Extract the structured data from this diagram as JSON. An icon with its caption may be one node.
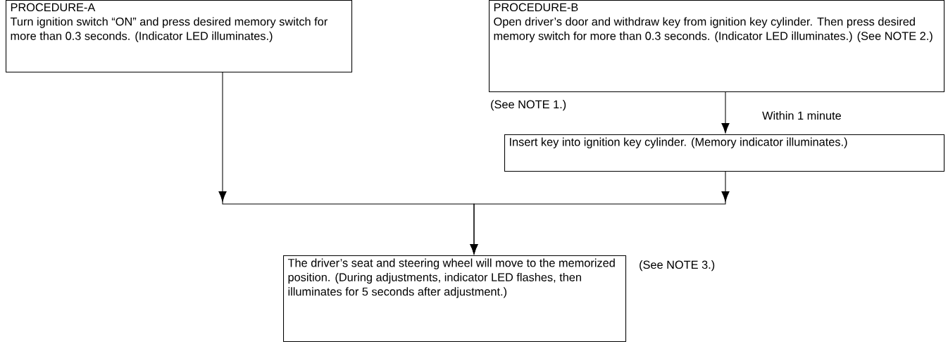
{
  "diagram": {
    "nodes": [
      {
        "text": [
          "PROCEDURE-A",
          "Turn ignition switch “ON” and press desired memory switch for more than 0.3 seconds. (Indicator LED illuminates.)"
        ]
      },
      {
        "text": [
          "PROCEDURE-B",
          "Open driver’s door and withdraw key from ignition key cylinder. Then press desired memory switch for more than 0.3 seconds. (Indicator LED illuminates.) (See NOTE 2.)"
        ]
      },
      {
        "text": [
          "Insert key into ignition key cylinder. (Memory indicator illuminates.)"
        ]
      },
      {
        "text": [
          "The driver’s seat and steering wheel will move to the memorized position. (During adjustments, indicator LED flashes, then illuminates for 5 seconds after adjustment.)"
        ]
      }
    ],
    "edges": [
      {
        "from": 1,
        "to": 2,
        "arrow": "to",
        "label": "Within 1 minute"
      },
      {
        "from": 0,
        "to": 3,
        "arrow": "to"
      },
      {
        "from": 2,
        "to": 3,
        "arrow": "to"
      }
    ],
    "labels": [
      "(See NOTE 1.)",
      "(See NOTE 3.)"
    ]
  }
}
